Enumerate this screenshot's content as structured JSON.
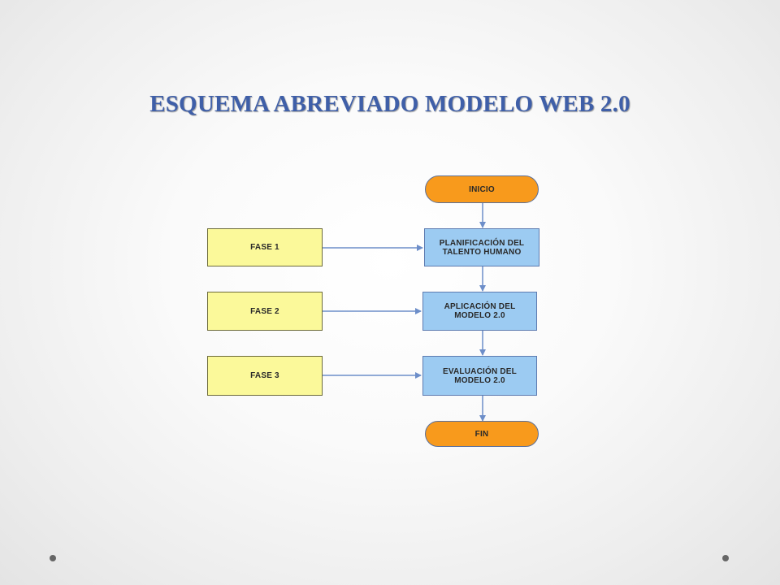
{
  "slide": {
    "title": "ESQUEMA ABREVIADO MODELO WEB 2.0"
  },
  "flowchart": {
    "start": "INICIO",
    "steps": [
      "PLANIFICACIÓN DEL TALENTO HUMANO",
      "APLICACIÓN DEL MODELO 2.0",
      "EVALUACIÓN DEL MODELO 2.0"
    ],
    "phases": [
      "FASE 1",
      "FASE 2",
      "FASE 3"
    ],
    "end": "FIN"
  },
  "colors": {
    "title": "#3f5fa8",
    "terminal": "#f89a1c",
    "process": "#9ccbf2",
    "phase": "#fbf99a",
    "connector": "#6d8ec9"
  }
}
